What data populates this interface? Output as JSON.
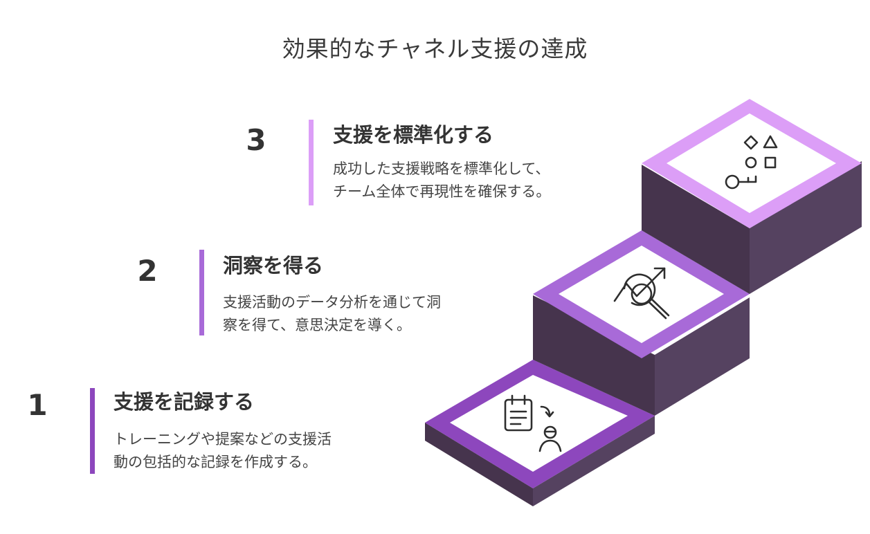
{
  "title": "効果的なチャネル支援の達成",
  "colors": {
    "light_purple": "#dc9ef7",
    "mid_purple": "#a86ad8",
    "deep_purple": "#8d47bd",
    "dark_side": "#4f3c57",
    "dark_front": "#46344d"
  },
  "steps": [
    {
      "number": "1",
      "heading": "支援を記録する",
      "desc_lines": [
        "トレーニングや提案などの支援活",
        "動の包括的な記録を作成する。"
      ],
      "icon": "clipboard-person-icon",
      "accent": "#8d47bd"
    },
    {
      "number": "2",
      "heading": "洞察を得る",
      "desc_lines": [
        "支援活動のデータ分析を通じて洞",
        "察を得て、意思決定を導く。"
      ],
      "icon": "trend-magnifier-icon",
      "accent": "#a86ad8"
    },
    {
      "number": "3",
      "heading": "支援を標準化する",
      "desc_lines": [
        "成功した支援戦略を標準化して、",
        "チーム全体で再現性を確保する。"
      ],
      "icon": "shapes-key-icon",
      "accent": "#dc9ef7"
    }
  ]
}
